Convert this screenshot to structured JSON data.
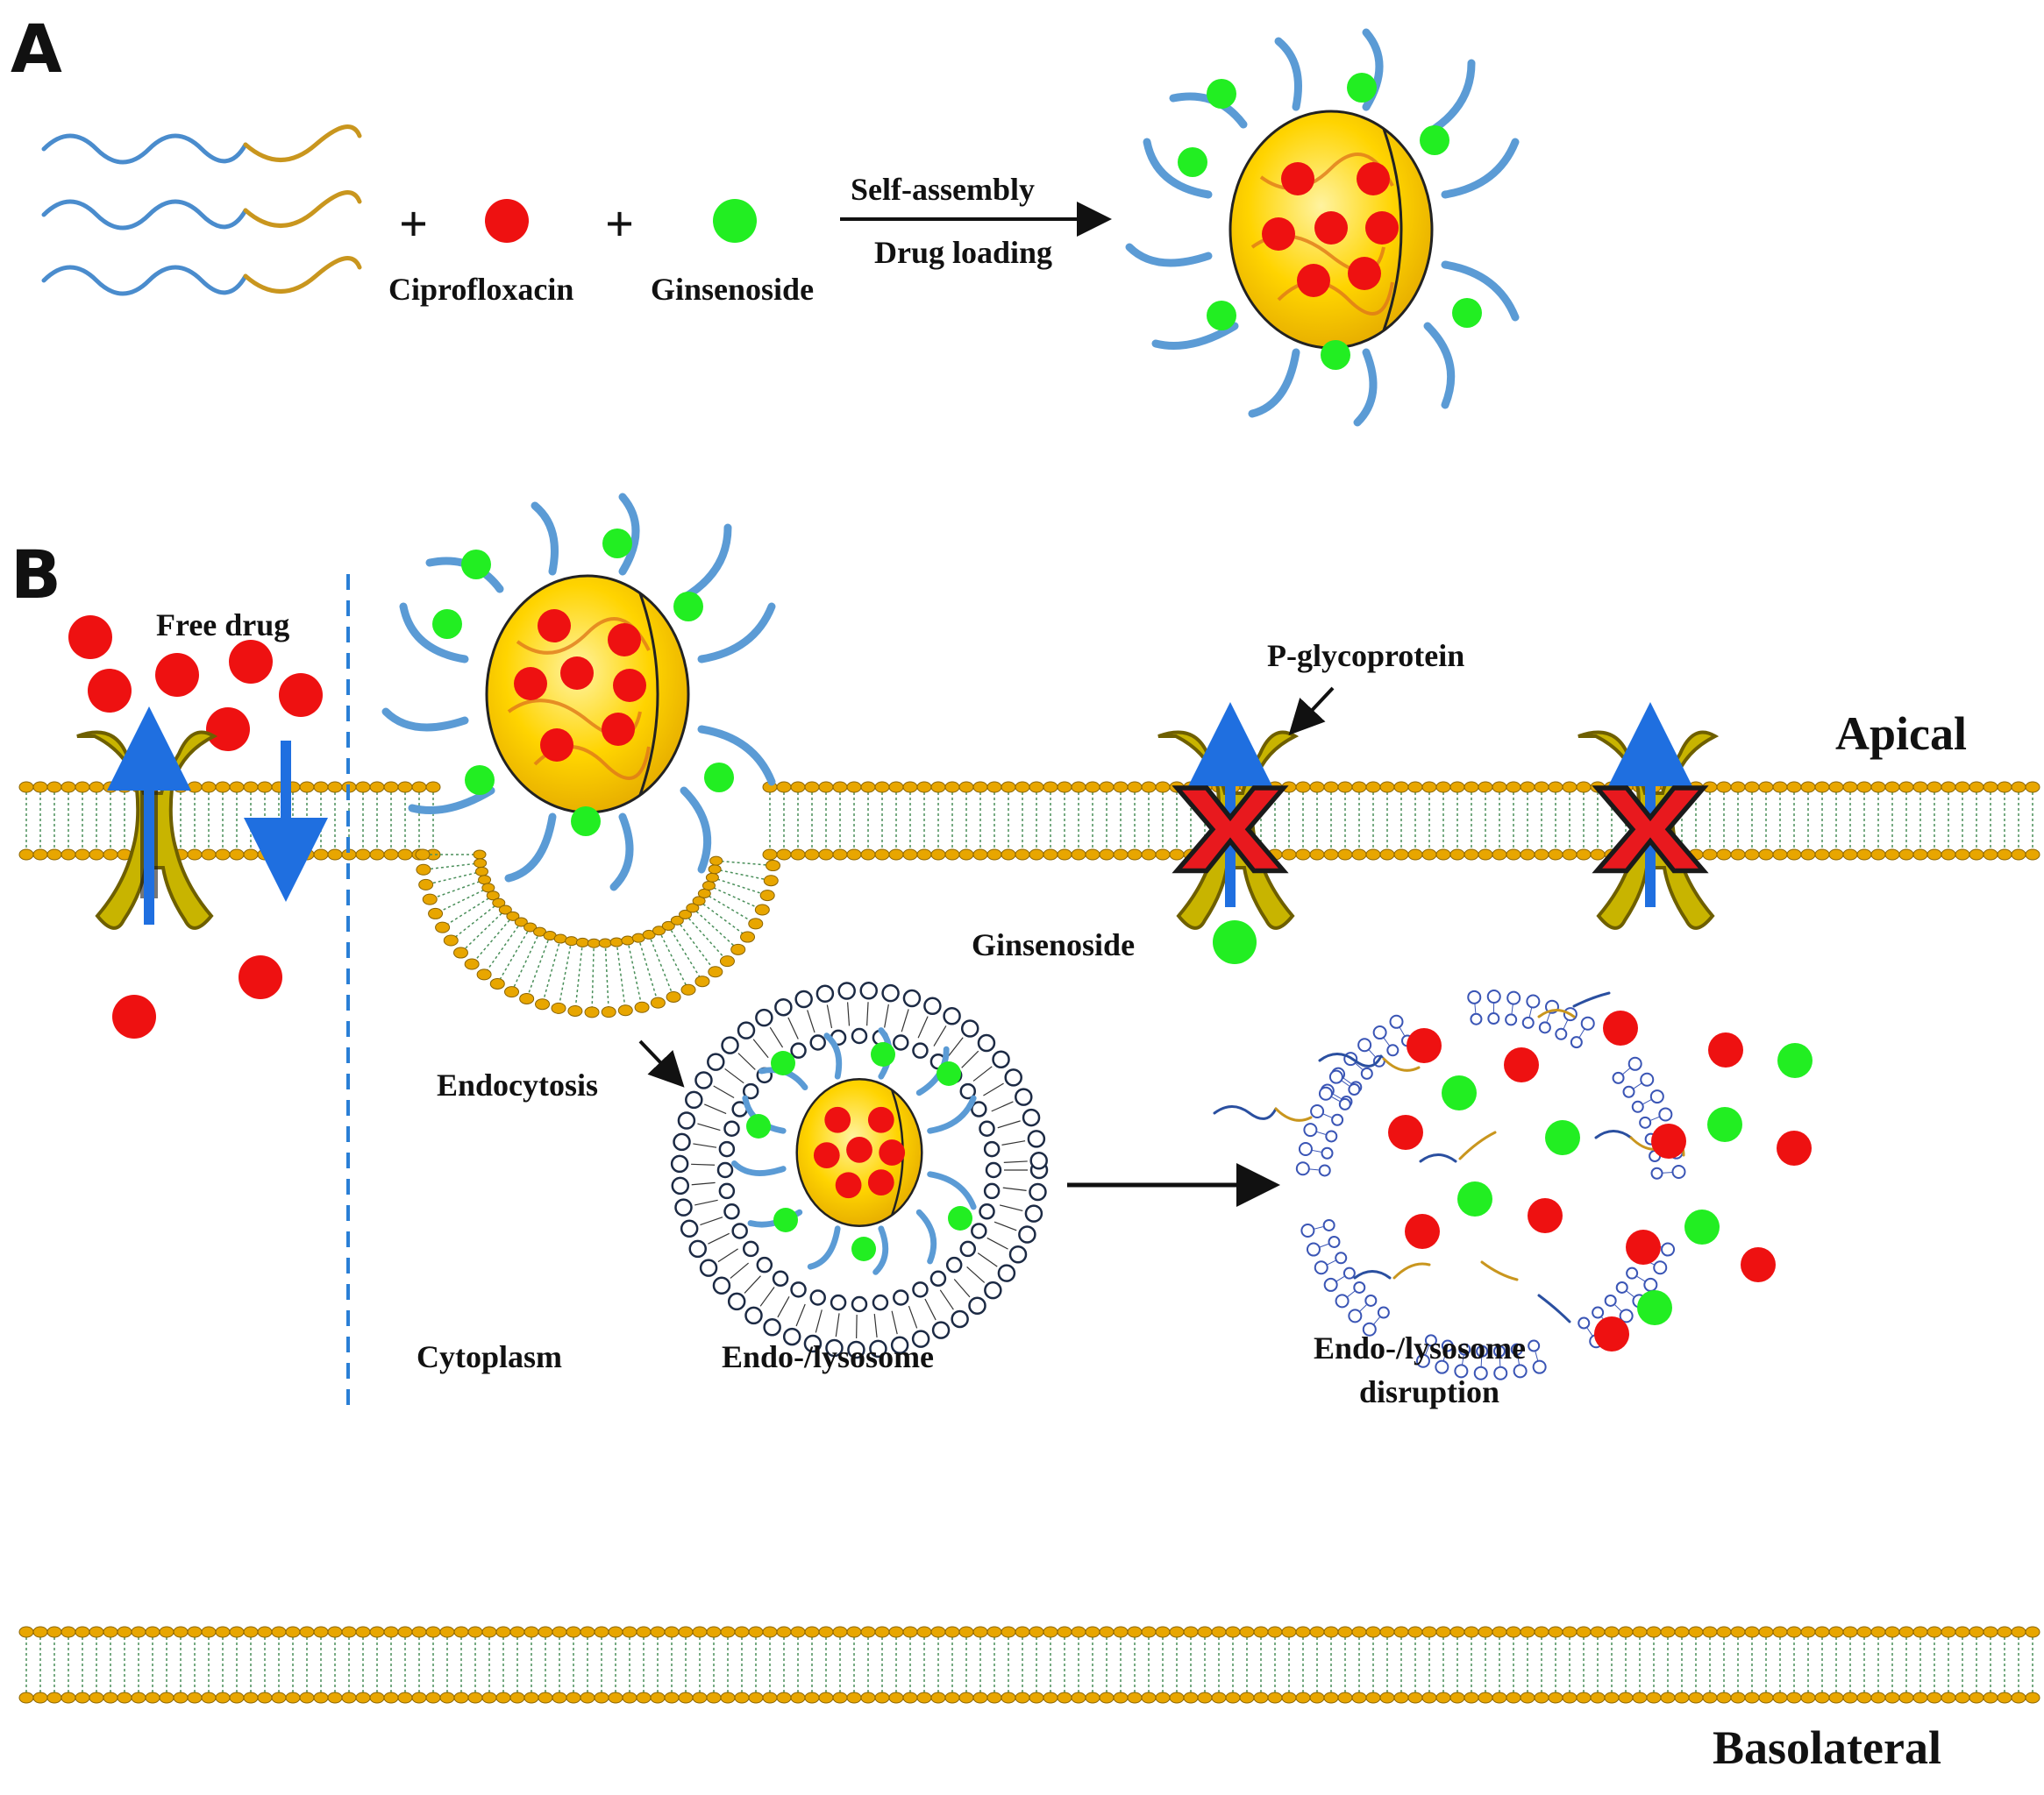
{
  "panels": {
    "a": "A",
    "b": "B"
  },
  "panel_a": {
    "plus": "+",
    "drug1": "Ciprofloxacin",
    "drug2": "Ginsenoside",
    "step1": "Self-assembly",
    "step2": "Drug loading"
  },
  "panel_b": {
    "free_drug": "Free drug",
    "pgp": "P-glycoprotein",
    "apical": "Apical",
    "ginsenoside": "Ginsenoside",
    "endocytosis": "Endocytosis",
    "cytoplasm": "Cytoplasm",
    "endo": "Endo-/lysosome",
    "disruption1": "Endo-/lysosome",
    "disruption2": "disruption",
    "basolateral": "Basolateral"
  },
  "colors": {
    "drug_red": "#ee1111",
    "ginsenoside_green": "#22ee22",
    "micelle_core": "#ffd700",
    "hydrophilic_chain": "#5b9bd5",
    "hydrophobic_chain": "#d4a017",
    "membrane_head": "#e8a600",
    "membrane_tail": "#4a8f5a",
    "transporter": "#b8a000",
    "arrow_blue": "#1f6fe0",
    "block_red": "#e8191e"
  }
}
